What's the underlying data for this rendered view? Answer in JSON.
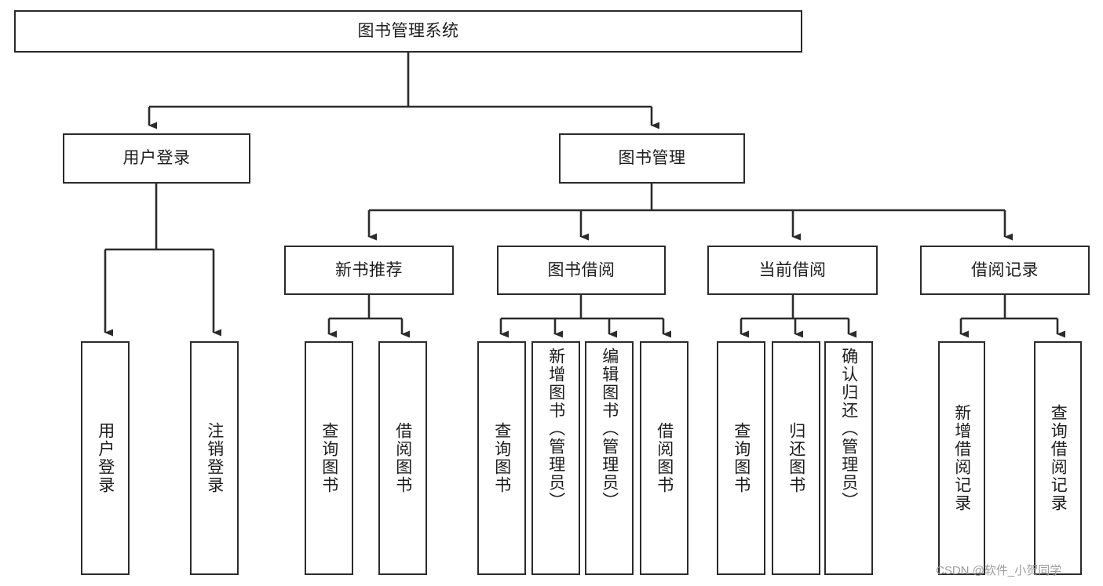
{
  "diagram": {
    "type": "tree",
    "title": "图书管理系统",
    "root": {
      "label": "图书管理系统"
    },
    "level2": [
      {
        "label": "用户登录"
      },
      {
        "label": "图书管理"
      }
    ],
    "level3": [
      {
        "label": "新书推荐"
      },
      {
        "label": "图书借阅"
      },
      {
        "label": "当前借阅"
      },
      {
        "label": "借阅记录"
      }
    ],
    "leaves": {
      "user_login": [
        {
          "label": "用户登录"
        },
        {
          "label": "注销登录"
        }
      ],
      "new_book_recommend": [
        {
          "label": "查询图书"
        },
        {
          "label": "借阅图书"
        }
      ],
      "book_borrow": [
        {
          "label": "查询图书"
        },
        {
          "label": "新增图书（管理员）"
        },
        {
          "label": "编辑图书（管理员）"
        },
        {
          "label": "借阅图书"
        }
      ],
      "current_borrow": [
        {
          "label": "查询图书"
        },
        {
          "label": "归还图书"
        },
        {
          "label": "确认归还（管理员）"
        }
      ],
      "borrow_records": [
        {
          "label": "新增借阅记录"
        },
        {
          "label": "查询借阅记录"
        }
      ]
    }
  },
  "watermark": {
    "text": "CSDN @软件_小贺同学"
  },
  "colors": {
    "stroke": "#2b2b2b",
    "text": "#1d1d1d",
    "background": "#ffffff",
    "watermark": "#9b9b9b"
  }
}
